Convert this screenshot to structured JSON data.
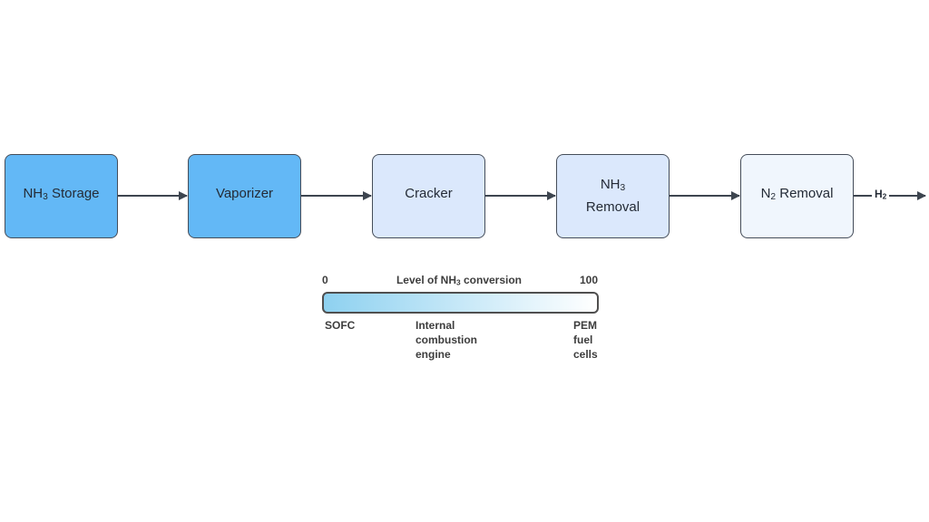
{
  "diagram": {
    "boxes": [
      {
        "id": "nh3-storage",
        "line1_pre": "NH",
        "line1_sub": "3",
        "line1_post": " Storage",
        "fill": "#63b8f6"
      },
      {
        "id": "vaporizer",
        "line1_pre": "Vaporizer",
        "line1_sub": "",
        "line1_post": "",
        "fill": "#63b8f6"
      },
      {
        "id": "cracker",
        "line1_pre": "Cracker",
        "line1_sub": "",
        "line1_post": "",
        "fill": "#dbe8fc"
      },
      {
        "id": "nh3-removal",
        "line1_pre": "NH",
        "line1_sub": "3",
        "line1_post": "",
        "line2": "Removal",
        "fill": "#dbe8fc"
      },
      {
        "id": "n2-removal",
        "line1_pre": "N",
        "line1_sub": "2",
        "line1_post": " Removal",
        "fill": "#f0f6fd"
      }
    ],
    "output_label": {
      "pre": "H",
      "sub": "2"
    },
    "colors": {
      "box_border": "#454d59",
      "arrow": "#3d454f",
      "box_text": "#242b36"
    }
  },
  "legend": {
    "scale_min": "0",
    "title_pre": "Level of NH",
    "title_sub": "3",
    "title_post": " conversion",
    "scale_max": "100",
    "gradient_start": "#8ed1f0",
    "gradient_end": "#ffffff",
    "bar_border": "#4f4f4f",
    "label_color": "#3d3d3d",
    "left_label": "SOFC",
    "center_label": "Internal\ncombustion\nengine",
    "right_label": "PEM\nfuel\ncells"
  }
}
